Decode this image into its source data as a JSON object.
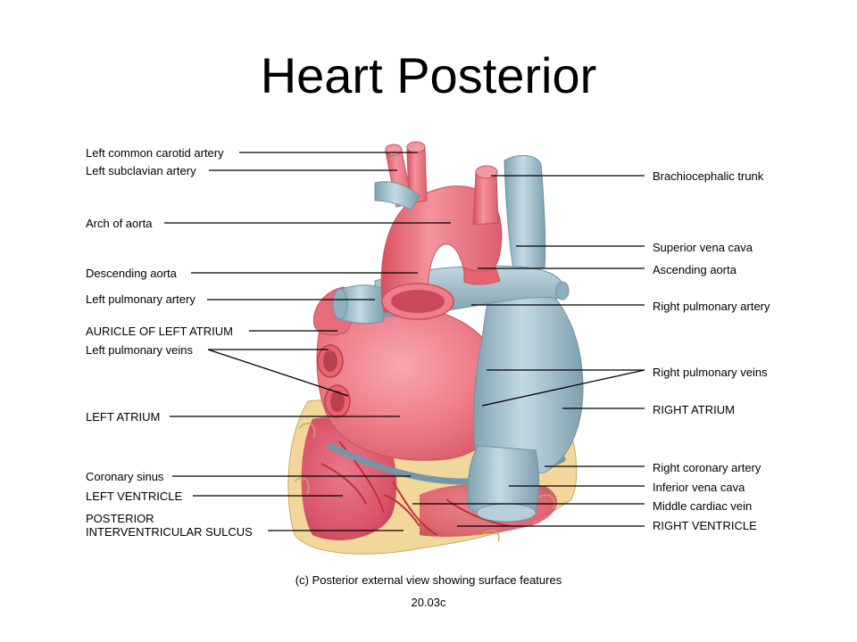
{
  "title": "Heart Posterior",
  "labels_left": [
    "Left common carotid artery",
    "Left subclavian artery",
    "Arch of aorta",
    "Descending aorta",
    "Left pulmonary artery",
    "AURICLE OF LEFT ATRIUM",
    "Left pulmonary veins",
    "LEFT ATRIUM",
    "Coronary sinus",
    "LEFT VENTRICLE",
    "POSTERIOR",
    "INTERVENTRICULAR SULCUS"
  ],
  "labels_right": [
    "Brachiocephalic trunk",
    "Superior vena cava",
    "Ascending aorta",
    "Right pulmonary artery",
    "Right pulmonary veins",
    "RIGHT ATRIUM",
    "Right coronary artery",
    "Inferior vena cava",
    "Middle cardiac vein",
    "RIGHT VENTRICLE"
  ],
  "caption": "(c) Posterior external view showing surface features",
  "figure_number": "20.03c",
  "colors": {
    "artery": "#e8606c",
    "artery_light": "#f29aa2",
    "vein": "#9fbfcc",
    "vein_dark": "#6f93a3",
    "fat": "#f1d79a",
    "muscle": "#d9546a",
    "leader": "#000000"
  }
}
